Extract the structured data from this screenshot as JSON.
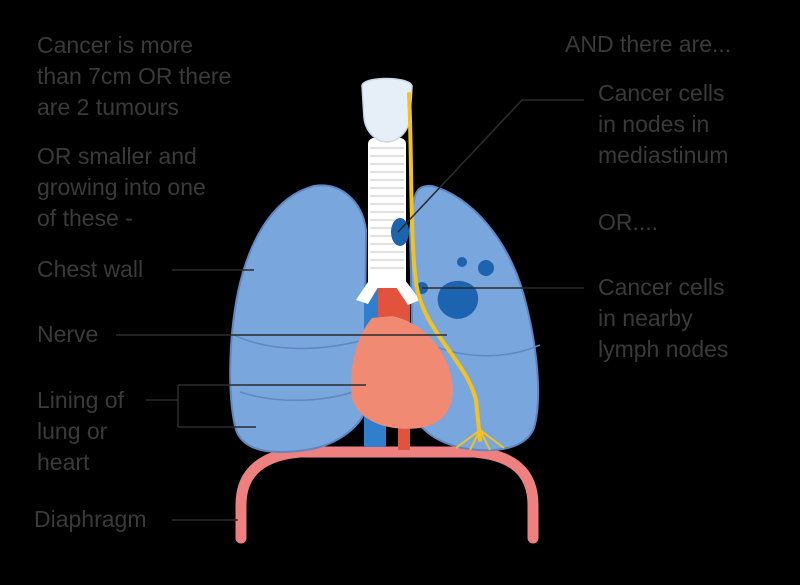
{
  "labels": {
    "intro": "Cancer is more\nthan 7cm OR there\nare 2 tumours",
    "or_smaller": "OR smaller and\ngrowing into one\nof these -",
    "chest_wall": "Chest wall",
    "nerve": "Nerve",
    "lining": "Lining of\nlung or\nheart",
    "diaphragm": "Diaphragm",
    "and_there_are": "AND there are...",
    "mediastinum": "Cancer cells\nin nodes in\nmediastinum",
    "or": "OR....",
    "nearby_nodes": "Cancer cells\nin nearby\nlymph nodes"
  },
  "colors": {
    "background": "#000000",
    "label_text": "#3a3a3a",
    "leader_line": "#2b2b2b",
    "lung_fill": "#7aa6de",
    "lung_outline": "#5f87c2",
    "trachea": "#ffffff",
    "larynx": "#e6eef8",
    "tumour": "#1c63b0",
    "heart": "#f08a73",
    "aorta": "#e1533d",
    "vena_cava": "#2f7fcc",
    "nerve": "#f3c21f",
    "diaphragm": "#ef8080"
  }
}
